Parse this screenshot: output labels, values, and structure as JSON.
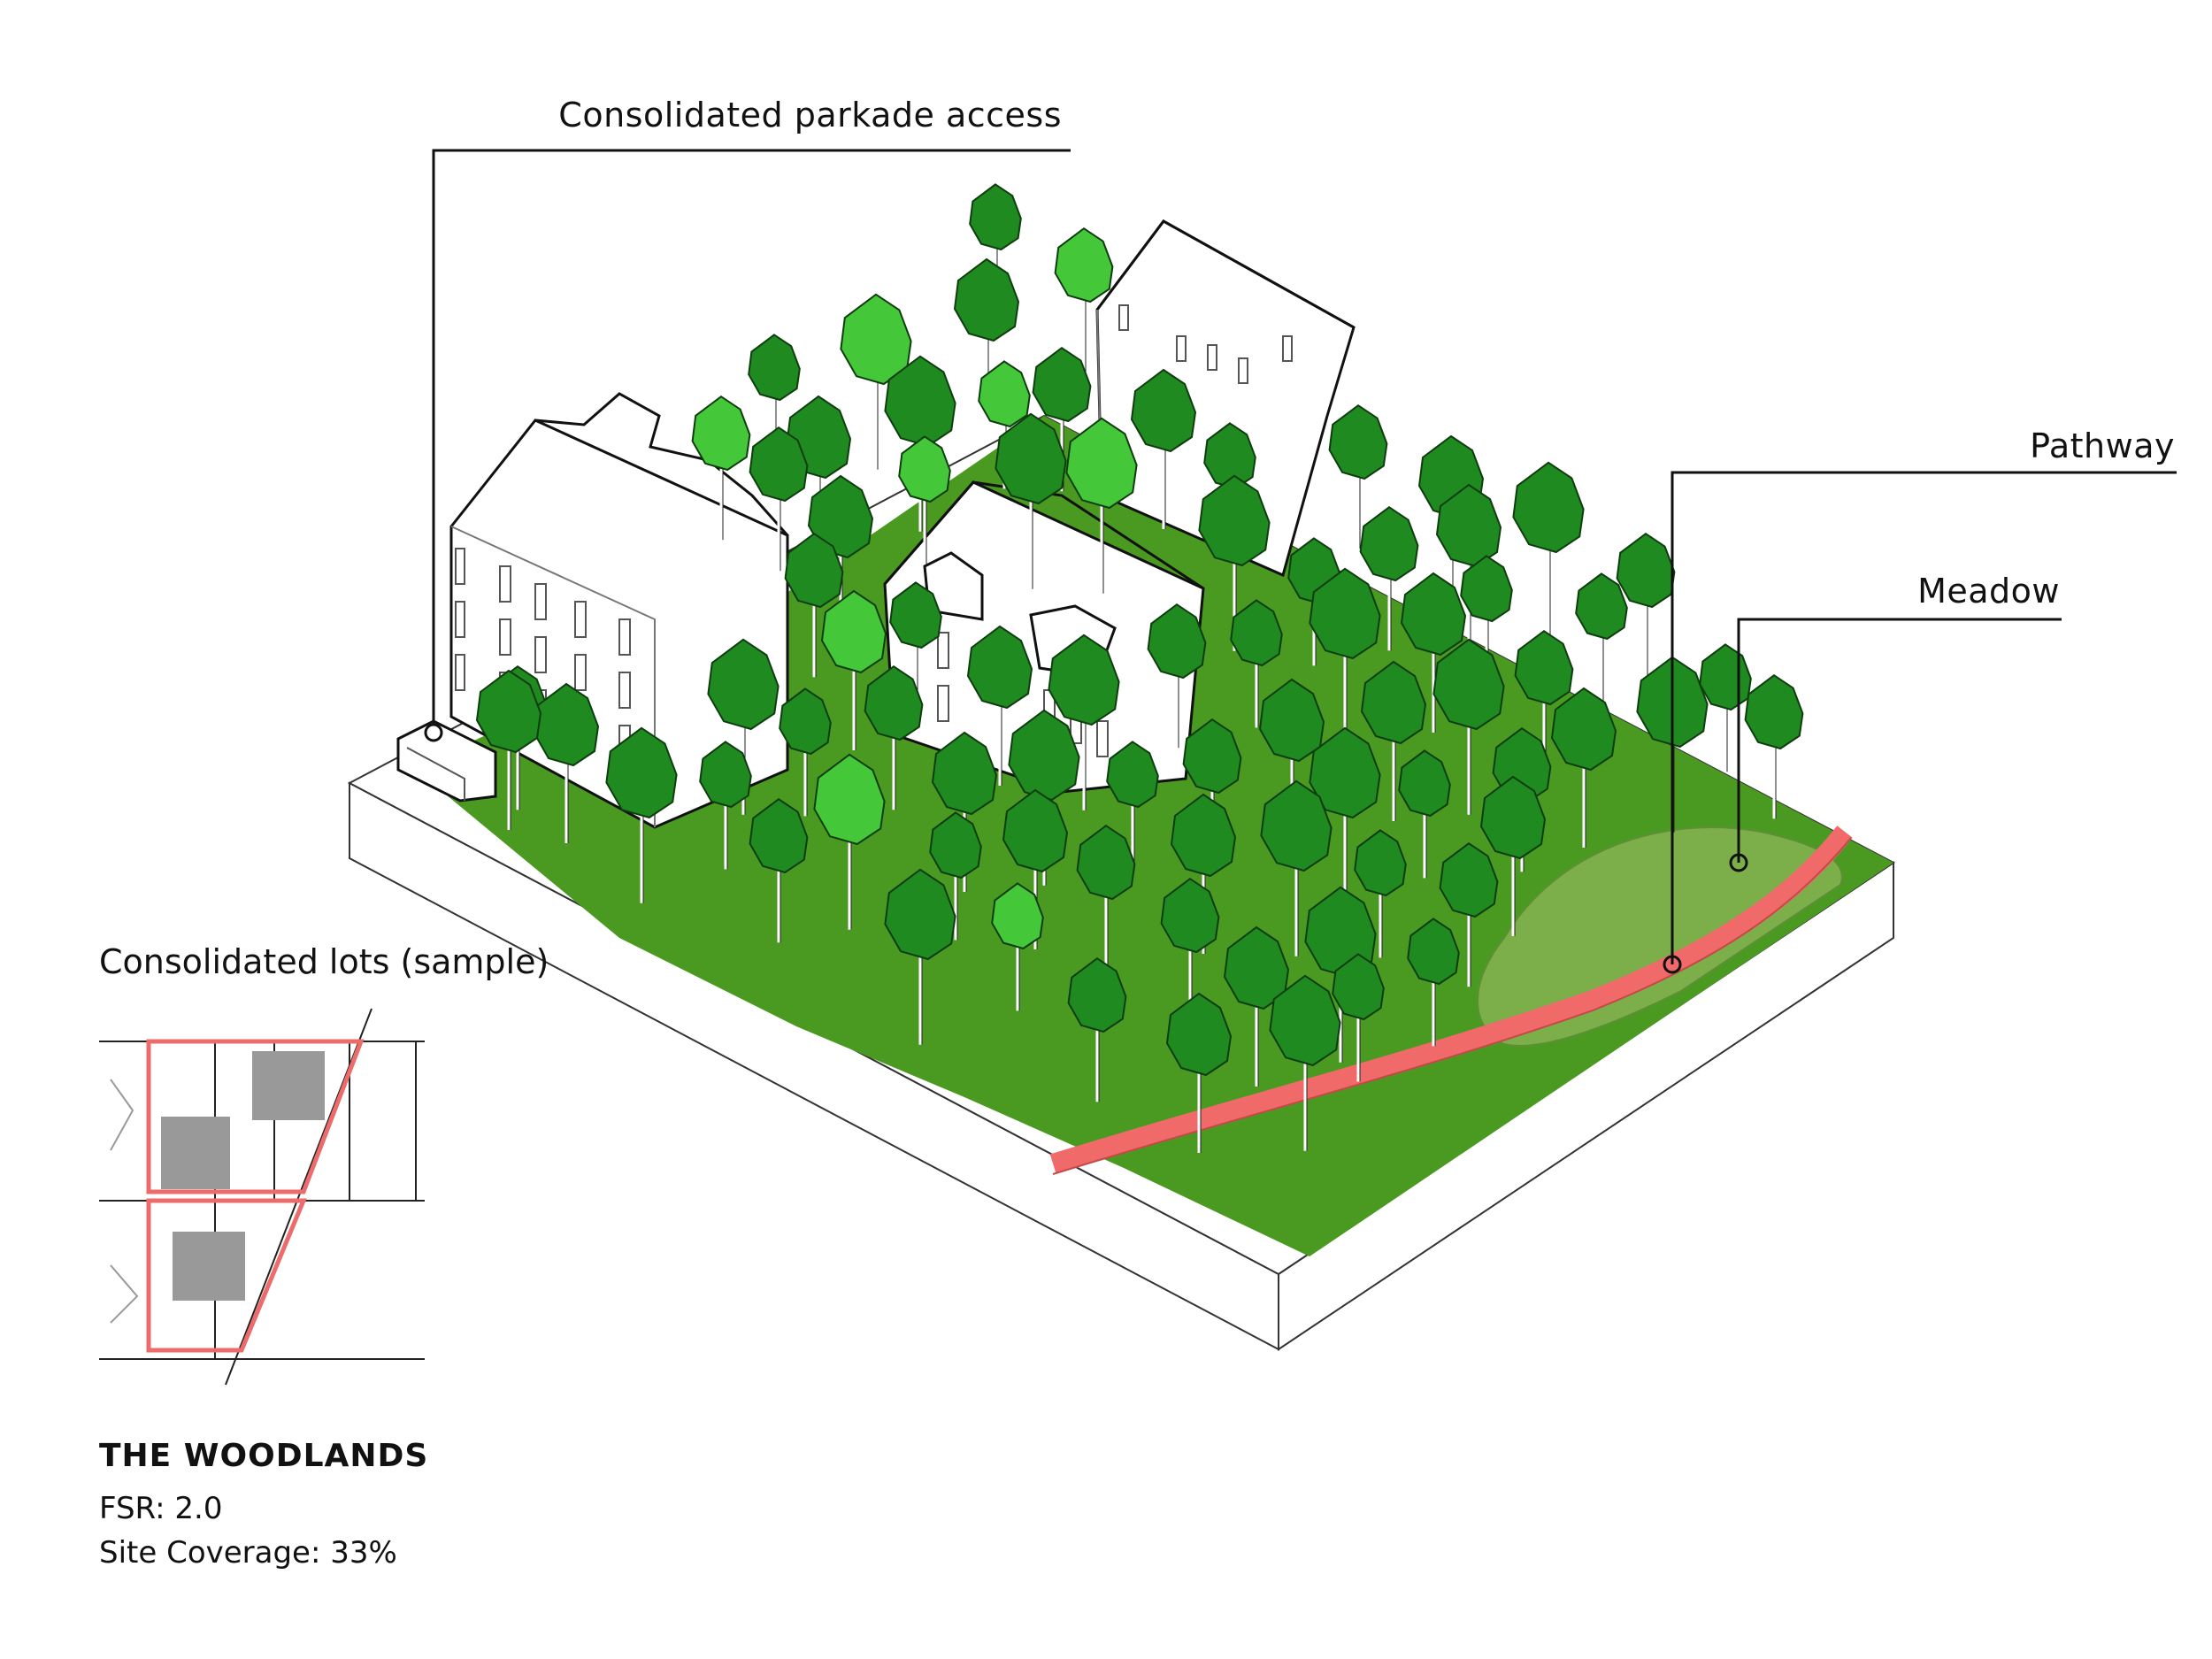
{
  "callouts": {
    "parkade": "Consolidated parkade access",
    "pathway": "Pathway",
    "meadow": "Meadow"
  },
  "lots": {
    "title": "Consolidated lots (sample)"
  },
  "project": {
    "name": "THE WOODLANDS",
    "fsr": "FSR: 2.0",
    "coverage": "Site Coverage: 33%"
  },
  "colors": {
    "lawn": "#4a9a22",
    "meadow": "#7cae4a",
    "pathway": "#f06a6a",
    "tree_dark": "#1e8a20",
    "tree_light": "#44c83a",
    "lot_outline": "#ee6b6b",
    "building_footprint": "#999999",
    "line": "#111111"
  }
}
